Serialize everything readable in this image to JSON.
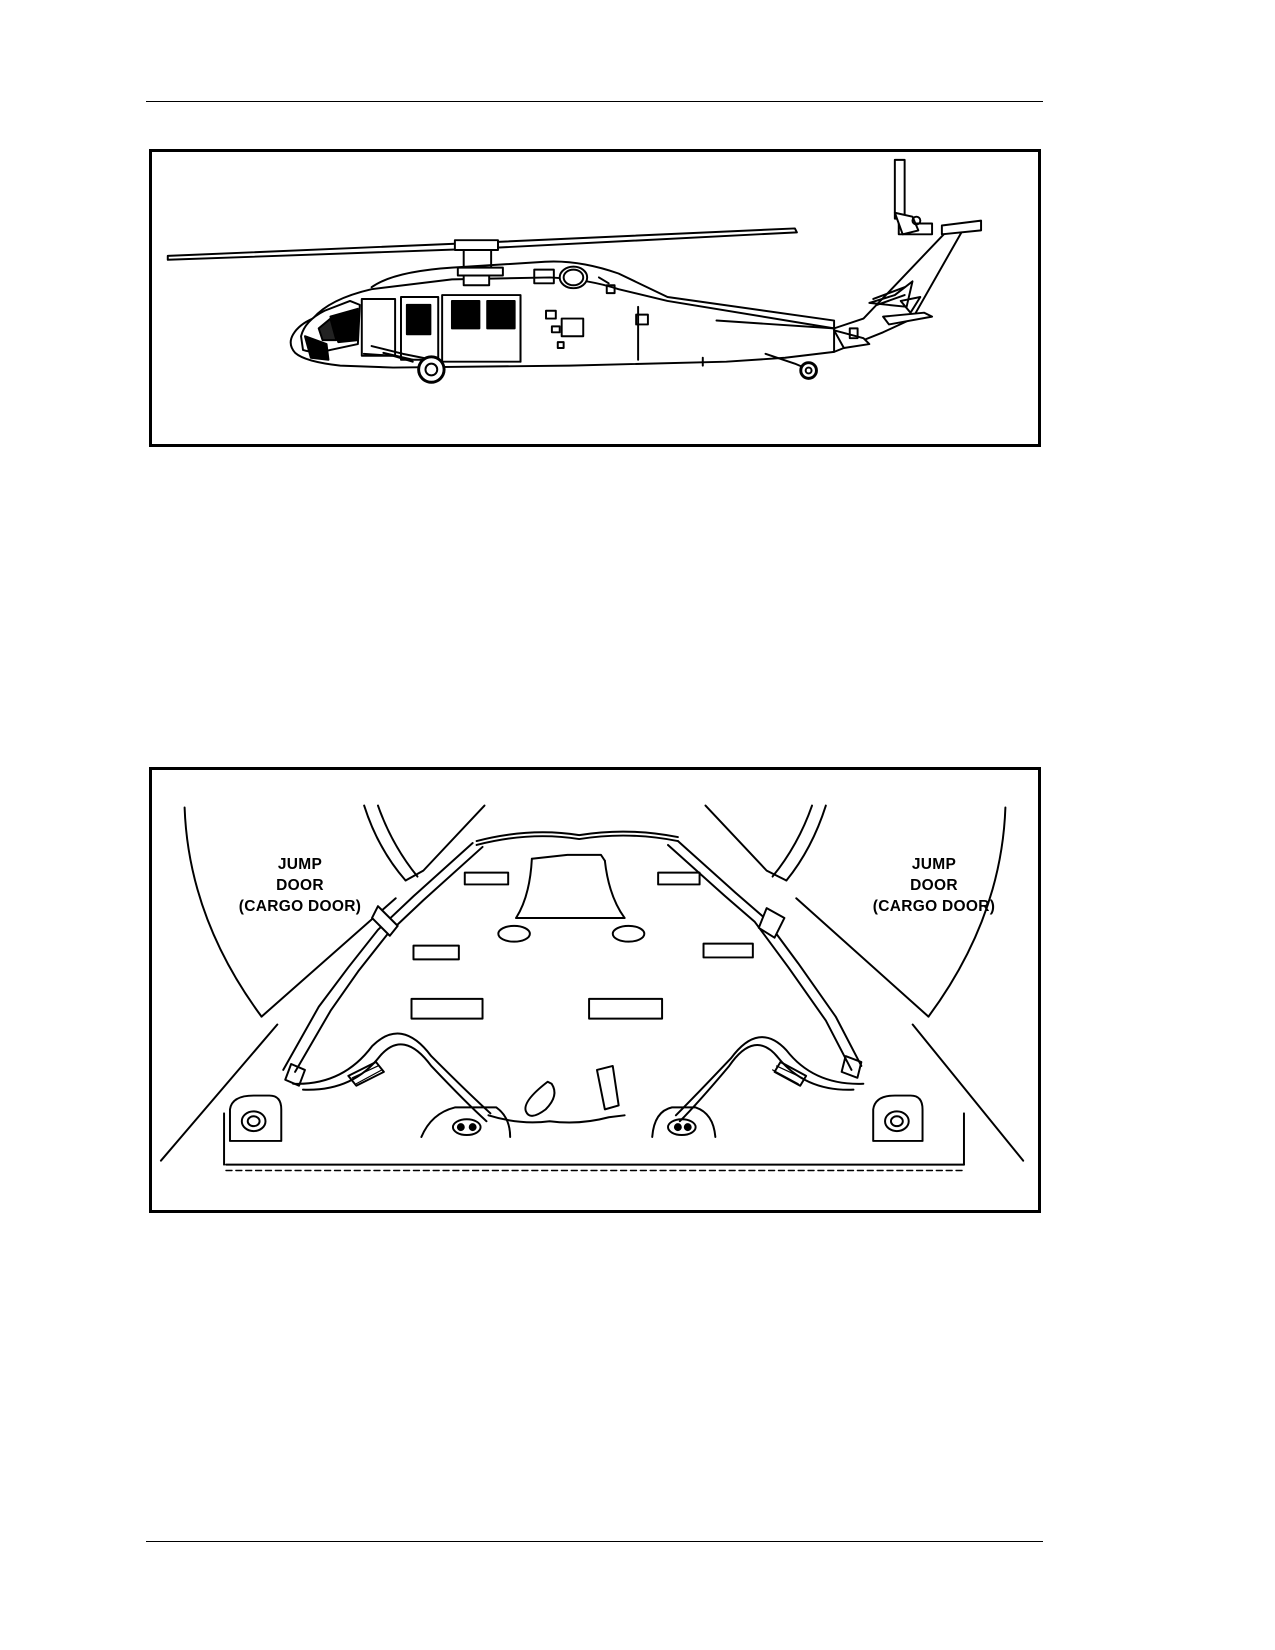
{
  "figures": {
    "helicopter": {
      "icon": "helicopter-side-view-illustration"
    },
    "cabin": {
      "icon": "cabin-floor-tiedown-illustration",
      "left_door": {
        "line1": "JUMP",
        "line2": "DOOR",
        "line3": "(CARGO DOOR)"
      },
      "right_door": {
        "line1": "JUMP",
        "line2": "DOOR",
        "line3": "(CARGO DOOR)"
      }
    }
  },
  "colors": {
    "ink": "#000000",
    "paper": "#ffffff"
  }
}
